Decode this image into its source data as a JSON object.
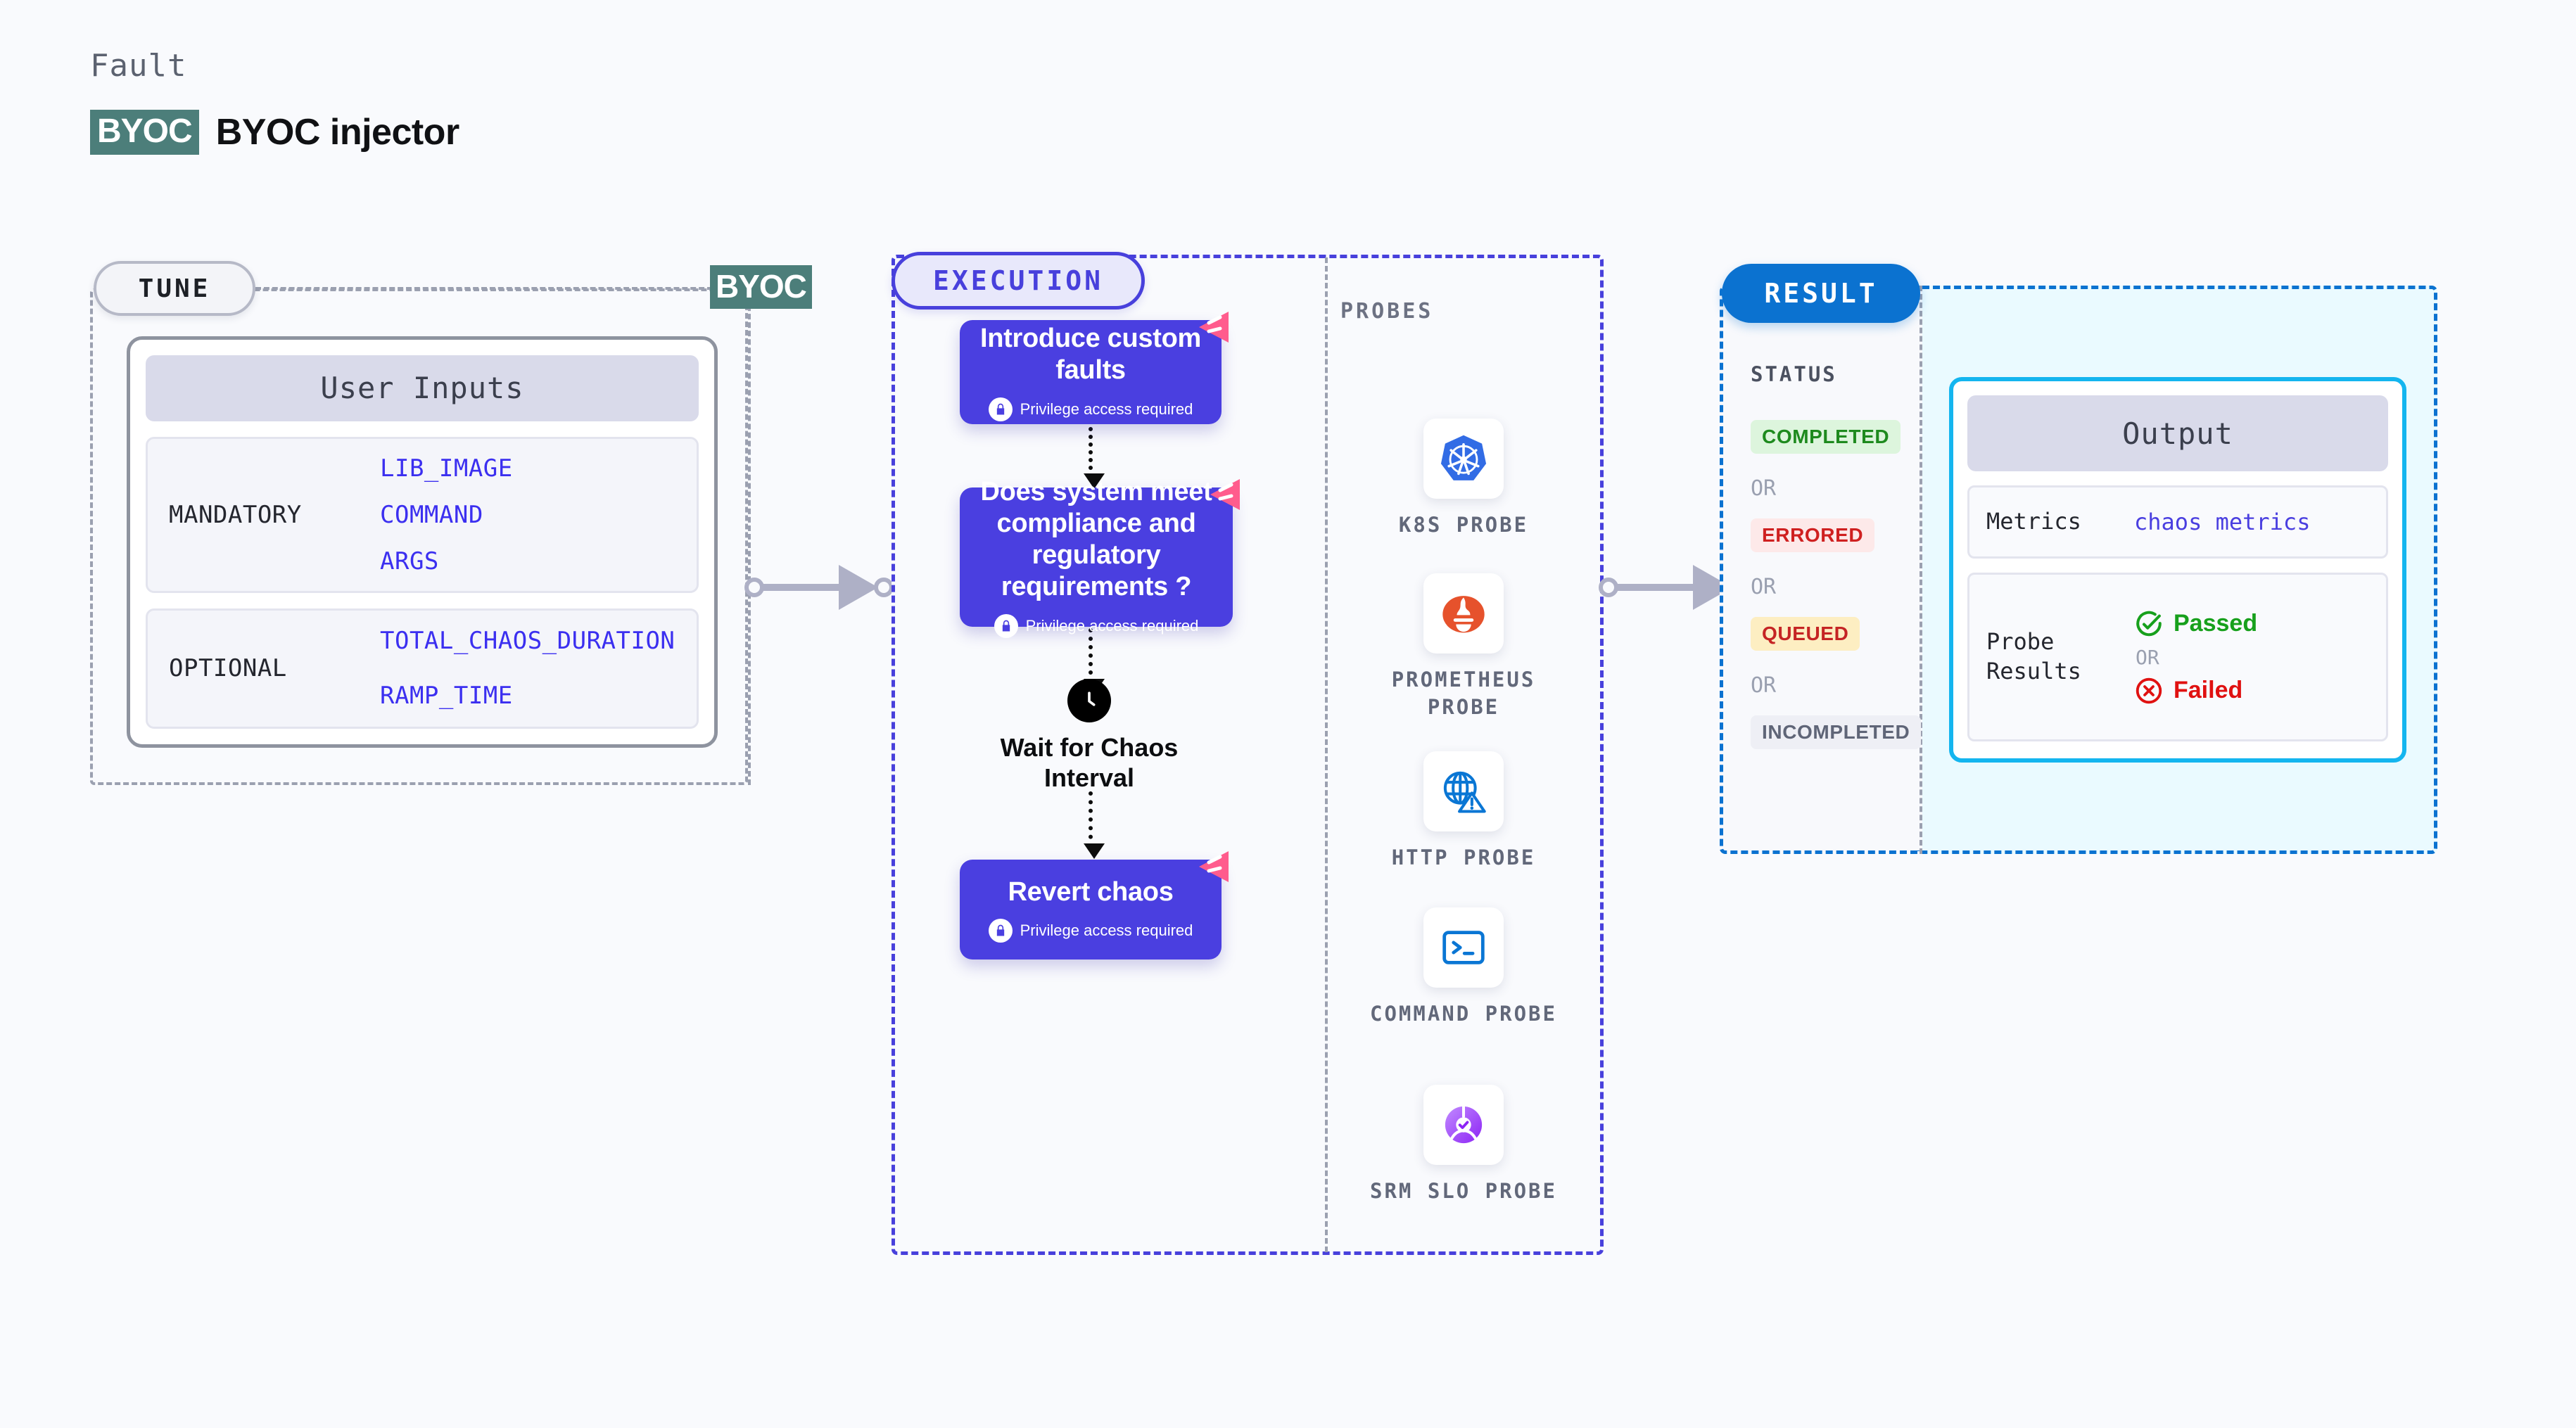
{
  "header": {
    "eyebrow": "Fault",
    "badge": "BYOC",
    "title": "BYOC injector"
  },
  "tune": {
    "label": "TUNE",
    "connector_badge": "BYOC",
    "inputs_header": "User Inputs",
    "groups": [
      {
        "label": "MANDATORY",
        "values": [
          "LIB_IMAGE",
          "COMMAND",
          "ARGS"
        ]
      },
      {
        "label": "OPTIONAL",
        "values": [
          "TOTAL_CHAOS_DURATION",
          "RAMP_TIME"
        ]
      }
    ]
  },
  "execution": {
    "label": "EXECUTION",
    "privilege_note": "Privilege access required",
    "steps": [
      {
        "title": "Introduce custom faults",
        "privileged": true
      },
      {
        "title": "Does system meet compliance and regulatory requirements ?",
        "privileged": true
      },
      {
        "title": "Revert chaos",
        "privileged": true
      }
    ],
    "wait_node": {
      "title": "Wait for Chaos Interval",
      "icon": "clock-icon"
    }
  },
  "probes": {
    "title": "PROBES",
    "items": [
      {
        "name": "K8S PROBE",
        "icon": "kubernetes-icon"
      },
      {
        "name": "PROMETHEUS PROBE",
        "icon": "prometheus-icon"
      },
      {
        "name": "HTTP PROBE",
        "icon": "globe-warning-icon"
      },
      {
        "name": "COMMAND PROBE",
        "icon": "terminal-icon"
      },
      {
        "name": "SRM SLO PROBE",
        "icon": "srm-slo-icon"
      }
    ]
  },
  "result": {
    "label": "RESULT",
    "status_title": "STATUS",
    "or_text": "OR",
    "statuses": [
      "COMPLETED",
      "ERRORED",
      "QUEUED",
      "INCOMPLETED"
    ],
    "output": {
      "header": "Output",
      "metrics_key": "Metrics",
      "metrics_value": "chaos metrics",
      "probe_results_key": "Probe Results",
      "passed": "Passed",
      "failed": "Failed",
      "or_text": "OR"
    }
  },
  "colors": {
    "page_bg": "#f9fafd",
    "byoc_teal": "#4c7e7a",
    "execution_indigo": "#4a3fe0",
    "execution_panel": "#e5e5fa",
    "result_blue": "#0b72d0",
    "output_cyan": "#14b5ef",
    "harness_pink": "#ff5c8d",
    "passed_green": "#17a01c",
    "failed_red": "#e01111",
    "connector_gray": "#aeb0c6"
  }
}
